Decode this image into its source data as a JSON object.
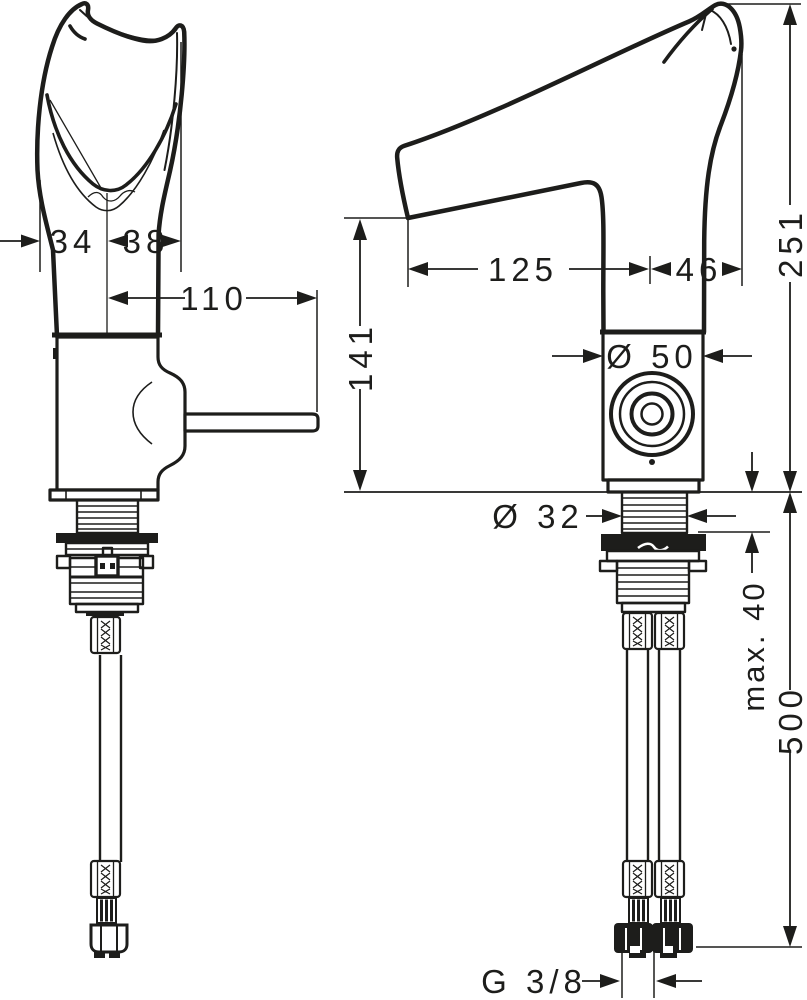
{
  "page": {
    "background_color": "#ffffff",
    "line_color": "#1d1d1b",
    "kind": "installation-dimension-drawing"
  },
  "dims": {
    "front_spout_left_width": "34",
    "front_spout_right_width": "38",
    "front_handle_reach": "110",
    "side_spout_reach": "125",
    "side_spout_tip_offset": "46",
    "side_total_height": "251",
    "side_outlet_height": "141",
    "side_body_diameter": "Ø 50",
    "side_shaft_diameter": "Ø 32",
    "side_max_mounting_thickness": "max. 40",
    "side_hose_length": "500",
    "side_connection_thread": "G 3/8"
  }
}
